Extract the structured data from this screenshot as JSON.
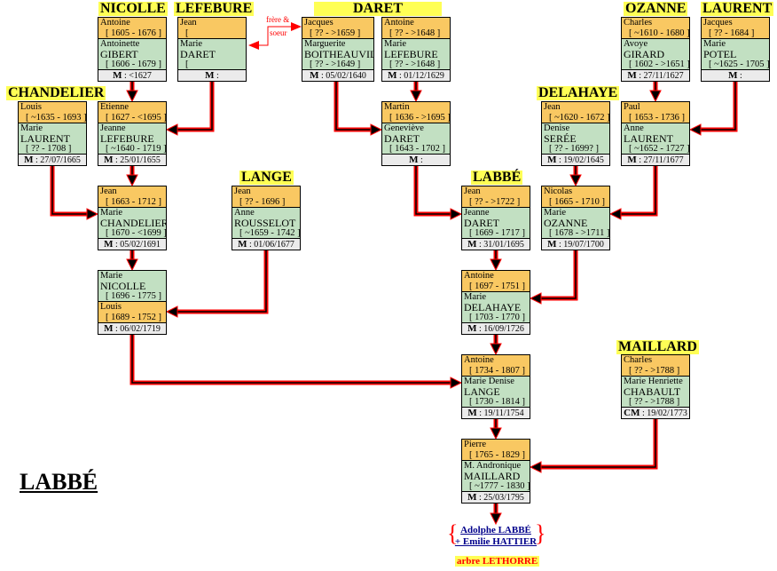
{
  "title": "LABBÉ",
  "sibling_note": [
    "frère &",
    "soeur"
  ],
  "families": [
    "NICOLLE",
    "LEFEBURE",
    "DARET",
    "OZANNE",
    "LAURENT",
    "CHANDELIER",
    "DELAHAYE",
    "LANGE",
    "LABBÉ",
    "MAILLARD"
  ],
  "couples": [
    {
      "husband": {
        "name": "Antoine",
        "dates": "[ 1605 - 1676 ]"
      },
      "wife": {
        "given": "Antoinette",
        "surname": "GIBERT",
        "dates": "[ 1606 - 1679 ]"
      },
      "marriage": {
        "type": "M",
        "date": " <1627"
      }
    },
    {
      "husband": {
        "name": "Jean",
        "dates": "["
      },
      "wife": {
        "given": "Marie",
        "surname": "DARET",
        "dates": "["
      },
      "marriage": {
        "type": "M",
        "date": ""
      }
    },
    {
      "husband": {
        "name": "Jacques",
        "dates": "[ ?? - >1659 ]"
      },
      "wife": {
        "given": "Marguerite",
        "surname": "BOITHEAUVILLE",
        "dates": "[ ?? - >1649 ]"
      },
      "marriage": {
        "type": "M",
        "date": "05/02/1640"
      }
    },
    {
      "husband": {
        "name": "Antoine",
        "dates": "[ ?? - >1648 ]"
      },
      "wife": {
        "given": "Marie",
        "surname": "LEFEBURE",
        "dates": "[ ?? - >1648 ]"
      },
      "marriage": {
        "type": "M",
        "date": "01/12/1629"
      }
    },
    {
      "husband": {
        "name": "Charles",
        "dates": "[ ~1610 - 1680 ]"
      },
      "wife": {
        "given": "Avoye",
        "surname": "GIRARD",
        "dates": "[ 1602 - >1651 ]"
      },
      "marriage": {
        "type": "M",
        "date": "27/11/1627"
      }
    },
    {
      "husband": {
        "name": "Jacques",
        "dates": "[ ?? - 1684 ]"
      },
      "wife": {
        "given": "Marie",
        "surname": "POTEL",
        "dates": "[ ~1625 - 1705 ]"
      },
      "marriage": {
        "type": "M",
        "date": ""
      }
    },
    {
      "husband": {
        "name": "Louis",
        "dates": "[ ~1635 - 1693 ]"
      },
      "wife": {
        "given": "Marie",
        "surname": "LAURENT",
        "dates": "[ ?? - 1708 ]"
      },
      "marriage": {
        "type": "M",
        "date": "27/07/1665"
      }
    },
    {
      "husband": {
        "name": "Etienne",
        "dates": "[ 1627 - <1695 ]"
      },
      "wife": {
        "given": "Jeanne",
        "surname": "LEFEBURE",
        "dates": "[ ~1640 - 1719 ]"
      },
      "marriage": {
        "type": "M",
        "date": "25/01/1655"
      }
    },
    {
      "husband": {
        "name": "Martin",
        "dates": "[ 1636 - >1695 ]"
      },
      "wife": {
        "given": "Geneviève",
        "surname": "DARET",
        "dates": "[ 1643 - 1702 ]"
      },
      "marriage": {
        "type": "M",
        "date": ""
      }
    },
    {
      "husband": {
        "name": "Jean",
        "dates": "[ ~1620 - 1672 ]"
      },
      "wife": {
        "given": "Denise",
        "surname": "SERÉE",
        "dates": "[ ?? - 1699? ]"
      },
      "marriage": {
        "type": "M",
        "date": "19/02/1645"
      }
    },
    {
      "husband": {
        "name": "Paul",
        "dates": "[ 1653 - 1736 ]"
      },
      "wife": {
        "given": "Anne",
        "surname": "LAURENT",
        "dates": "[ ~1652 - 1727 ]"
      },
      "marriage": {
        "type": "M",
        "date": "27/11/1677"
      }
    },
    {
      "husband": {
        "name": "Jean",
        "dates": "[ 1663 - 1712 ]"
      },
      "wife": {
        "given": "Marie",
        "surname": "CHANDELIER",
        "dates": "[ 1670 - <1699 ]"
      },
      "marriage": {
        "type": "M",
        "date": "05/02/1691"
      }
    },
    {
      "husband": {
        "name": "Jean",
        "dates": "[ ?? - 1696 ]"
      },
      "wife": {
        "given": "Anne",
        "surname": "ROUSSELOT",
        "dates": "[ ~1659 - 1742 ]"
      },
      "marriage": {
        "type": "M",
        "date": "01/06/1677"
      }
    },
    {
      "husband": {
        "name": "Jean",
        "dates": "[ ?? - >1722 ]"
      },
      "wife": {
        "given": "Jeanne",
        "surname": "DARET",
        "dates": "[ 1669 - 1717 ]"
      },
      "marriage": {
        "type": "M",
        "date": "31/01/1695"
      }
    },
    {
      "husband": {
        "name": "Nicolas",
        "dates": "[ 1665 - 1710 ]"
      },
      "wife": {
        "given": "Marie",
        "surname": "OZANNE",
        "dates": "[ 1678 - >1711 ]"
      },
      "marriage": {
        "type": "M",
        "date": "19/07/1700"
      }
    },
    {
      "husband": {
        "name": "Louis",
        "dates": "[ 1689 - 1752 ]"
      },
      "wife": {
        "given": "Marie",
        "surname": "NICOLLE",
        "dates": "[ 1696 - 1775 ]"
      },
      "marriage": {
        "type": "M",
        "date": "06/02/1719"
      }
    },
    {
      "husband": {
        "name": "Antoine",
        "dates": "[ 1697 - 1751 ]"
      },
      "wife": {
        "given": "Marie",
        "surname": "DELAHAYE",
        "dates": "[ 1703 - 1770 ]"
      },
      "marriage": {
        "type": "M",
        "date": "16/09/1726"
      }
    },
    {
      "husband": {
        "name": "Antoine",
        "dates": "[ 1734 - 1807 ]"
      },
      "wife": {
        "given": "Marie Denise",
        "surname": "LANGE",
        "dates": "[ 1730 - 1814 ]"
      },
      "marriage": {
        "type": "M",
        "date": "19/11/1754"
      }
    },
    {
      "husband": {
        "name": "Charles",
        "dates": "[ ?? - >1788 ]"
      },
      "wife": {
        "given": "Marie Henriette",
        "surname": "CHABAULT",
        "dates": "[ ?? - >1788 ]"
      },
      "marriage": {
        "type": "CM",
        "date": "19/02/1773"
      }
    },
    {
      "husband": {
        "name": "Pierre",
        "dates": "[ 1765 - 1829 ]"
      },
      "wife": {
        "given": "M. Andronique",
        "surname": "MAILLARD",
        "dates": "[ ~1777 - 1830 ]"
      },
      "marriage": {
        "type": "M",
        "date": "25/03/1795"
      }
    }
  ],
  "descendants": {
    "line1": "Adolphe LABBÉ",
    "line2": "+ Emilie HATTIER"
  },
  "tree_link": "arbre LETHORRE"
}
